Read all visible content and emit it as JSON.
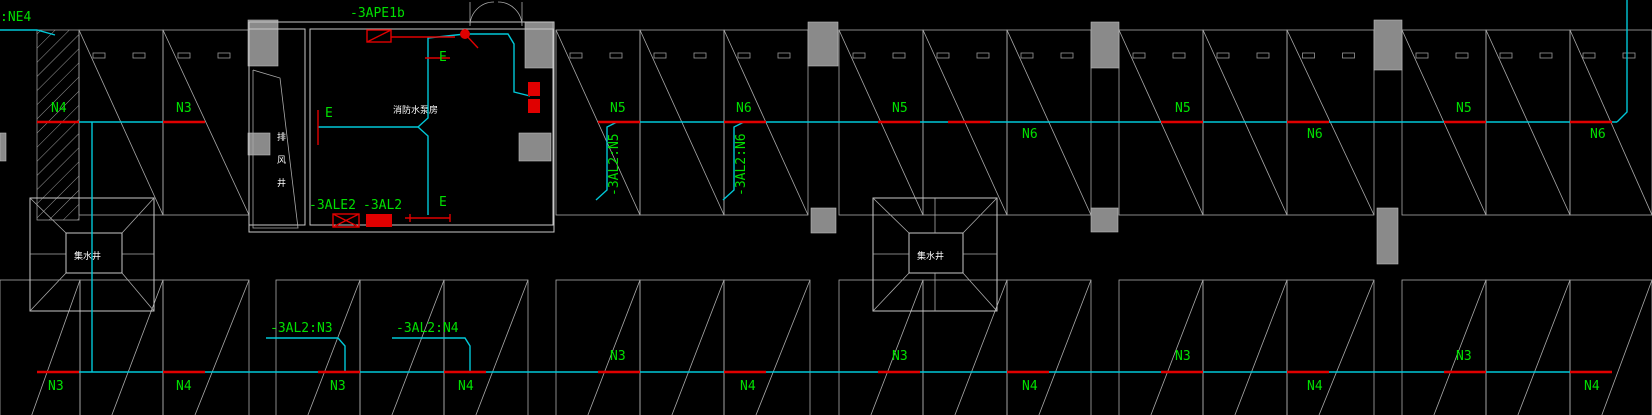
{
  "colors": {
    "background": "#000000",
    "wire": "#00c8d8",
    "circuit_segment": "#e00000",
    "label": "#00e000",
    "wall": "#c8c8c8",
    "column": "#8a8a8a"
  },
  "labels": {
    "top_left_circuit": ":NE4",
    "panel_ape": "-3APE1b",
    "panel_ale": "-3ALE2",
    "panel_al": "-3AL2",
    "e1": "E",
    "e2": "E",
    "e3": "E",
    "room_text": "消防水泵房",
    "room_side_a": "排",
    "room_side_b": "风",
    "room_side_c": "井",
    "shaft_left": "集水井",
    "shaft_mid": "集水井",
    "vertical_n5": "-3AL2:N5",
    "vertical_n6": "-3AL2:N6",
    "lower_n3_ref": "-3AL2:N3",
    "lower_n4_ref": "-3AL2:N4"
  },
  "upper_circuit_labels": [
    {
      "id": "u1",
      "text": "N4"
    },
    {
      "id": "u2",
      "text": "N3"
    },
    {
      "id": "u3",
      "text": "N5"
    },
    {
      "id": "u4",
      "text": "N6"
    },
    {
      "id": "u5",
      "text": "N5"
    },
    {
      "id": "u6",
      "text": "N6"
    },
    {
      "id": "u7",
      "text": "N5"
    },
    {
      "id": "u8",
      "text": "N6"
    },
    {
      "id": "u9",
      "text": "N5"
    },
    {
      "id": "u10",
      "text": "N6"
    }
  ],
  "lower_circuit_labels": [
    {
      "id": "l1",
      "text": "N3"
    },
    {
      "id": "l2",
      "text": "N4"
    },
    {
      "id": "l3",
      "text": "N3"
    },
    {
      "id": "l4",
      "text": "N4"
    },
    {
      "id": "l5",
      "text": "N3"
    },
    {
      "id": "l6",
      "text": "N4"
    },
    {
      "id": "l7",
      "text": "N3"
    },
    {
      "id": "l8",
      "text": "N4"
    },
    {
      "id": "l9",
      "text": "N3"
    },
    {
      "id": "l10",
      "text": "N4"
    },
    {
      "id": "l11",
      "text": "N3"
    },
    {
      "id": "l12",
      "text": "N4"
    }
  ]
}
